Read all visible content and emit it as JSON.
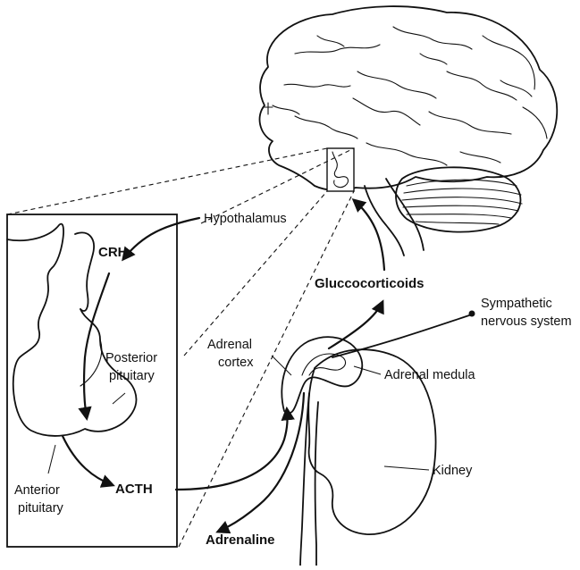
{
  "labels": {
    "hypothalamus": "Hypothalamus",
    "crh": "CRH",
    "posterior_pituitary_line1": "Posterior",
    "posterior_pituitary_line2": "pituitary",
    "anterior_pituitary_line1": "Anterior",
    "anterior_pituitary_line2": "pituitary",
    "acth": "ACTH",
    "glucocorticoids": "Gluccocorticoids",
    "sympathetic_line1": "Sympathetic",
    "sympathetic_line2": "nervous system",
    "adrenal_cortex_line1": "Adrenal",
    "adrenal_cortex_line2": "cortex",
    "adrenal_medula": "Adrenal medula",
    "kidney": "Kidney",
    "adrenaline": "Adrenaline"
  },
  "colors": {
    "ink": "#111111",
    "background": "#ffffff"
  }
}
